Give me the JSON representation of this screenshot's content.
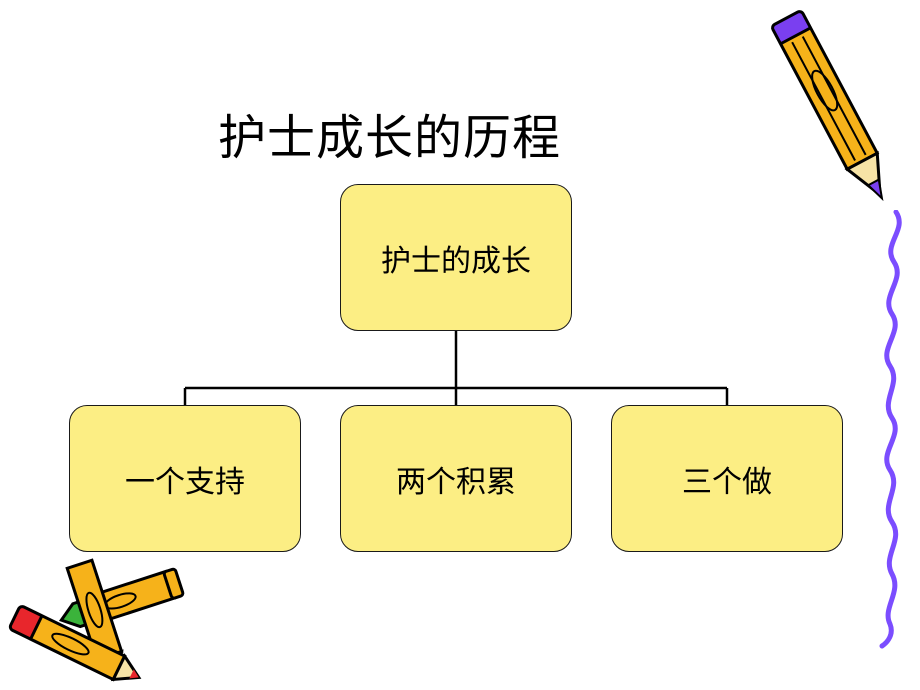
{
  "slide": {
    "title": "护士成长的历程",
    "box_fill": "#fcee84",
    "border_color": "#1a1a1a"
  },
  "org_chart": {
    "root": "护士的成长",
    "children": [
      {
        "label": "一个支持"
      },
      {
        "label": "两个积累"
      },
      {
        "label": "三个做"
      }
    ]
  },
  "decorations": {
    "icons": [
      "pencil-icon",
      "crossed-pencils-icon",
      "squiggle-line-icon"
    ],
    "pencil_body_color": "#f6b21a",
    "pencil_tip_color": "#7a3ff0",
    "squiggle_color": "#7b4dff",
    "crossed_pencil_colors": [
      "#f6b21a",
      "#e8262c",
      "#3bb33b"
    ]
  }
}
